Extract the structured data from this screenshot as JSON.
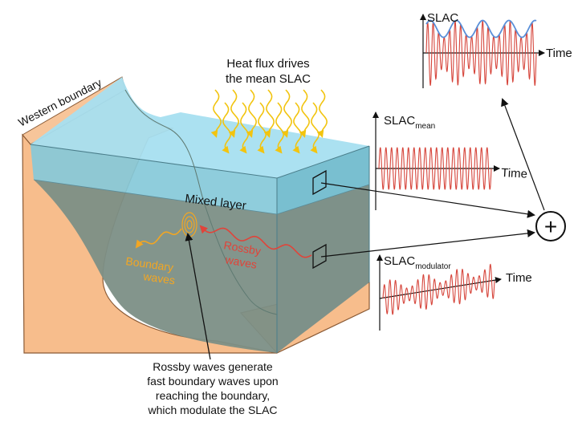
{
  "labels": {
    "western_boundary": "Western boundary",
    "heat_flux_line1": "Heat flux drives",
    "heat_flux_line2": "the mean SLAC",
    "mixed_layer": "Mixed layer",
    "boundary_waves_line1": "Boundary",
    "boundary_waves_line2": "waves",
    "rossby_waves_line1": "Rossby",
    "rossby_waves_line2": "waves",
    "caption_line1": "Rossby waves generate",
    "caption_line2": "fast boundary waves upon",
    "caption_line3": "reaching the boundary,",
    "caption_line4": "which modulate the SLAC",
    "plus_symbol": "+"
  },
  "plots": {
    "slac": {
      "title": "SLAC",
      "axis_label": "Time"
    },
    "slac_mean": {
      "title_main": "SLAC",
      "title_sub": "mean",
      "axis_label": "Time"
    },
    "slac_modulator": {
      "title_main": "SLAC",
      "title_sub": "modulator",
      "axis_label": "Time"
    }
  },
  "colors": {
    "land": "#f7bd8c",
    "land_edge": "#8a5a35",
    "water_top": "#a6dff0",
    "water_front": "#7cc3d6",
    "water_deep": "#7c8f86",
    "heat_arrow": "#f2c40f",
    "rossby": "#e0443a",
    "boundary": "#f2a623",
    "signal": "#d6453b",
    "envelope": "#5a8fd8"
  }
}
